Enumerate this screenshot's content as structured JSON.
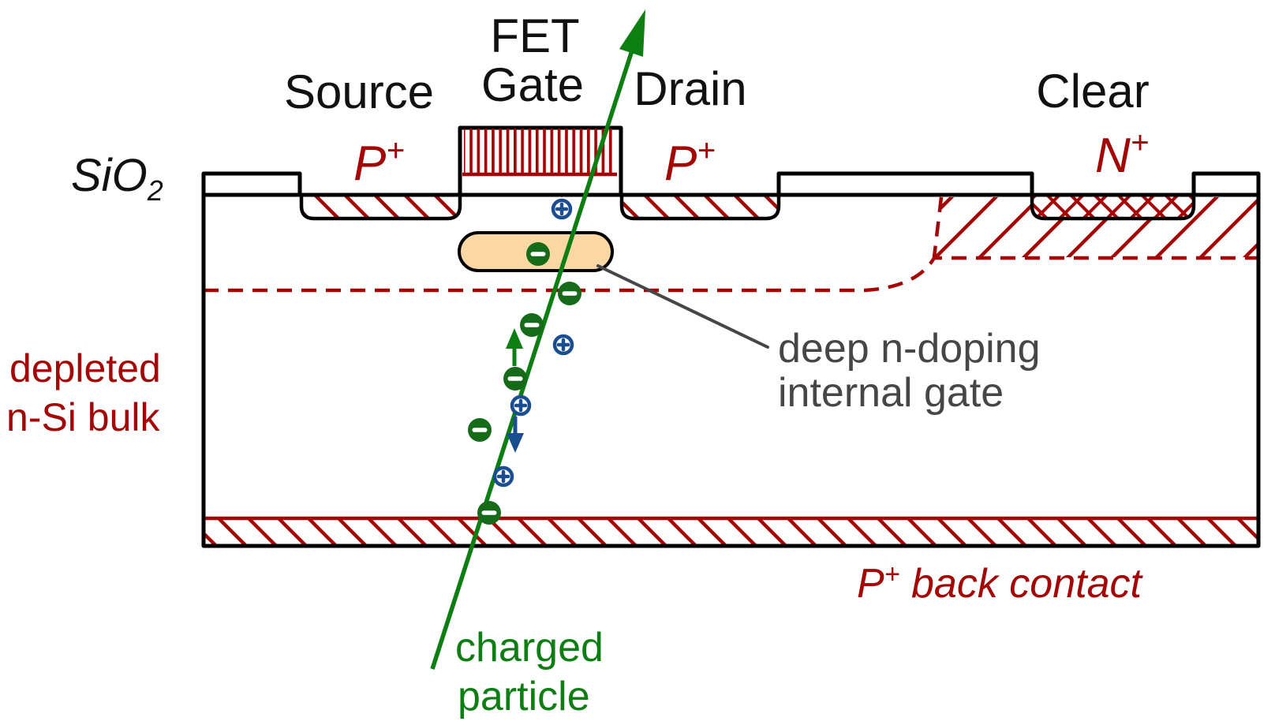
{
  "colors": {
    "dark_red": "#A40606",
    "green": "#0C7E12",
    "electron": "#166B18",
    "blue": "#1A4E90",
    "orange": "#FBD7A3",
    "gray": "#464646",
    "black": "#000000",
    "text": "#111111",
    "white": "#FFFFFF"
  },
  "labels": {
    "source": "Source",
    "fet_top": "FET",
    "fet_bottom": "Gate",
    "drain": "Drain",
    "clear": "Clear",
    "sio2_base": "SiO",
    "sio2_sub": "2",
    "p_plus_base": "P",
    "p_plus_sup": "+",
    "n_plus_base": "N",
    "n_plus_sup": "+",
    "depleted_line1": "depleted",
    "depleted_line2": "n-Si bulk",
    "deep_n_line1": "deep n-doping",
    "deep_n_line2": "internal gate",
    "back_contact_p": "P",
    "back_contact_sup": "+",
    "back_contact_rest": " back contact",
    "charged_line1": "charged",
    "charged_line2": "particle"
  },
  "icons": {
    "electron-icon": "⊖ green filled circle with white minus (signal electron)",
    "hole-icon": "⊕ white circle with blue ring and plus (hole)",
    "particle-track-arrow-icon": "long green arrow (ionizing particle trajectory)",
    "electron-drift-arrow-icon": "short green up arrow",
    "hole-drift-arrow-icon": "short blue down arrow"
  }
}
